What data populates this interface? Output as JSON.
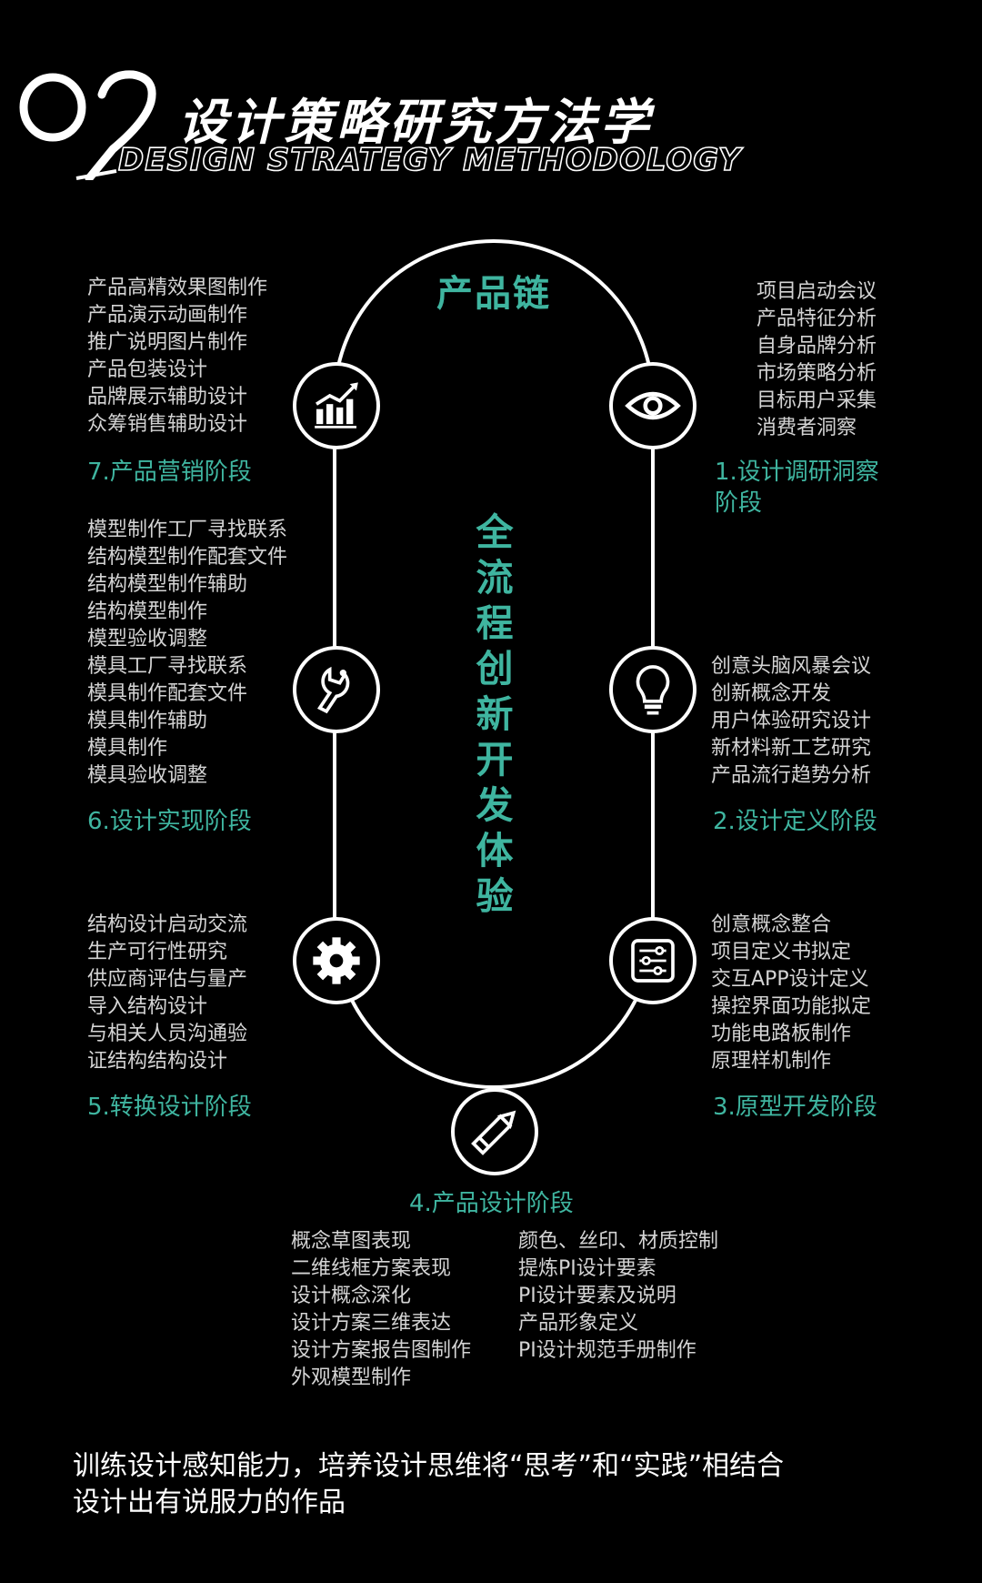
{
  "header": {
    "number": "02",
    "title_cn": "设计策略研究方法学",
    "title_en": "DESIGN STRATEGY METHODOLOGY"
  },
  "loop": {
    "top_label": "产品链",
    "center_vertical": [
      "全",
      "流",
      "程",
      "创",
      "新",
      "开",
      "发",
      "体",
      "验"
    ],
    "accent_color": "#3fb5a0"
  },
  "stages": {
    "s1": {
      "label": "1.设计调研洞察",
      "label2": "阶段",
      "icon": "eye-icon",
      "items": [
        "项目启动会议",
        "产品特征分析",
        "自身品牌分析",
        "市场策略分析",
        "目标用户采集",
        "消费者洞察"
      ]
    },
    "s2": {
      "label": "2.设计定义阶段",
      "icon": "lightbulb-icon",
      "items": [
        "创意头脑风暴会议",
        "创新概念开发",
        "用户体验研究设计",
        "新材料新工艺研究",
        "产品流行趋势分析"
      ]
    },
    "s3": {
      "label": "3.原型开发阶段",
      "icon": "sliders-icon",
      "items": [
        "创意概念整合",
        "项目定义书拟定",
        "交互APP设计定义",
        "操控界面功能拟定",
        "功能电路板制作",
        "原理样机制作"
      ]
    },
    "s4": {
      "label": "4.产品设计阶段",
      "icon": "pencil-icon",
      "items_left": [
        "概念草图表现",
        "二维线框方案表现",
        "设计概念深化",
        "设计方案三维表达",
        "设计方案报告图制作",
        "外观模型制作"
      ],
      "items_right": [
        "颜色、丝印、材质控制",
        "提炼PI设计要素",
        "PI设计要素及说明",
        "产品形象定义",
        "PI设计规范手册制作"
      ]
    },
    "s5": {
      "label": "5.转换设计阶段",
      "icon": "gear-icon",
      "items": [
        "结构设计启动交流",
        "生产可行性研究",
        "供应商评估与量产",
        "导入结构设计",
        "与相关人员沟通验",
        "证结构结构设计"
      ]
    },
    "s6": {
      "label": "6.设计实现阶段",
      "icon": "wrench-icon",
      "items": [
        "模型制作工厂寻找联系",
        "结构模型制作配套文件",
        "结构模型制作辅助",
        "结构模型制作",
        "模型验收调整",
        "模具工厂寻找联系",
        "模具制作配套文件",
        "模具制作辅助",
        "模具制作",
        "模具验收调整"
      ]
    },
    "s7": {
      "label": "7.产品营销阶段",
      "icon": "growth-chart-icon",
      "items": [
        "产品高精效果图制作",
        "产品演示动画制作",
        "推广说明图片制作",
        "产品包装设计",
        "品牌展示辅助设计",
        "众筹销售辅助设计"
      ]
    }
  },
  "footer": {
    "line1": "训练设计感知能力，培养设计思维将“思考”和“实践”相结合",
    "line2": "设计出有说服力的作品"
  }
}
